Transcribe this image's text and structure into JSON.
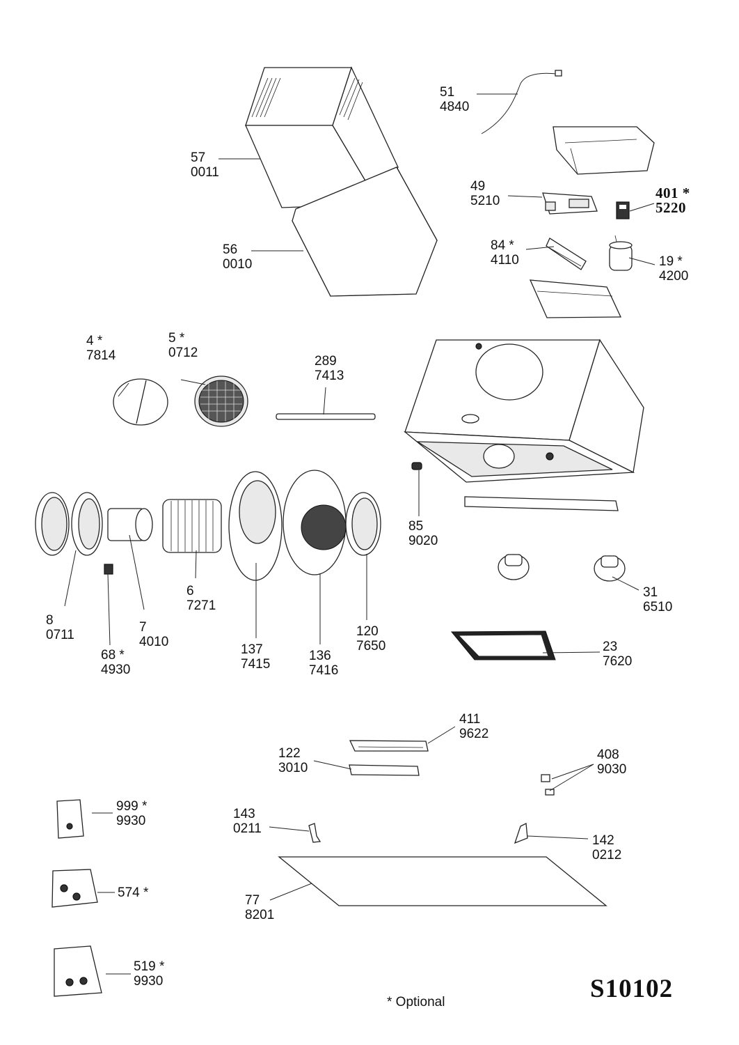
{
  "diagram_code": "S10102",
  "footnote": "* Optional",
  "parts": [
    {
      "id": "p57",
      "num": "57",
      "code": "0011",
      "optional": false
    },
    {
      "id": "p56",
      "num": "56",
      "code": "0010",
      "optional": false
    },
    {
      "id": "p51",
      "num": "51",
      "code": "4840",
      "optional": false
    },
    {
      "id": "p49",
      "num": "49",
      "code": "5210",
      "optional": false
    },
    {
      "id": "p401",
      "num": "401",
      "code": "5220",
      "optional": true
    },
    {
      "id": "p84",
      "num": "84",
      "code": "4110",
      "optional": true
    },
    {
      "id": "p19",
      "num": "19",
      "code": "4200",
      "optional": true
    },
    {
      "id": "p4",
      "num": "4",
      "code": "7814",
      "optional": true
    },
    {
      "id": "p5",
      "num": "5",
      "code": "0712",
      "optional": true
    },
    {
      "id": "p289",
      "num": "289",
      "code": "7413",
      "optional": false
    },
    {
      "id": "p85",
      "num": "85",
      "code": "9020",
      "optional": false
    },
    {
      "id": "p31",
      "num": "31",
      "code": "6510",
      "optional": false
    },
    {
      "id": "p6",
      "num": "6",
      "code": "7271",
      "optional": false
    },
    {
      "id": "p8",
      "num": "8",
      "code": "0711",
      "optional": false
    },
    {
      "id": "p7",
      "num": "7",
      "code": "4010",
      "optional": false
    },
    {
      "id": "p68",
      "num": "68",
      "code": "4930",
      "optional": true
    },
    {
      "id": "p137",
      "num": "137",
      "code": "7415",
      "optional": false
    },
    {
      "id": "p136",
      "num": "136",
      "code": "7416",
      "optional": false
    },
    {
      "id": "p120",
      "num": "120",
      "code": "7650",
      "optional": false
    },
    {
      "id": "p23",
      "num": "23",
      "code": "7620",
      "optional": false
    },
    {
      "id": "p411",
      "num": "411",
      "code": "9622",
      "optional": false
    },
    {
      "id": "p122",
      "num": "122",
      "code": "3010",
      "optional": false
    },
    {
      "id": "p408",
      "num": "408",
      "code": "9030",
      "optional": false
    },
    {
      "id": "p999",
      "num": "999",
      "code": "9930",
      "optional": true
    },
    {
      "id": "p143",
      "num": "143",
      "code": "0211",
      "optional": false
    },
    {
      "id": "p142",
      "num": "142",
      "code": "0212",
      "optional": false
    },
    {
      "id": "p574",
      "num": "574",
      "code": "",
      "optional": true
    },
    {
      "id": "p77",
      "num": "77",
      "code": "8201",
      "optional": false
    },
    {
      "id": "p519",
      "num": "519",
      "code": "9930",
      "optional": true
    }
  ]
}
